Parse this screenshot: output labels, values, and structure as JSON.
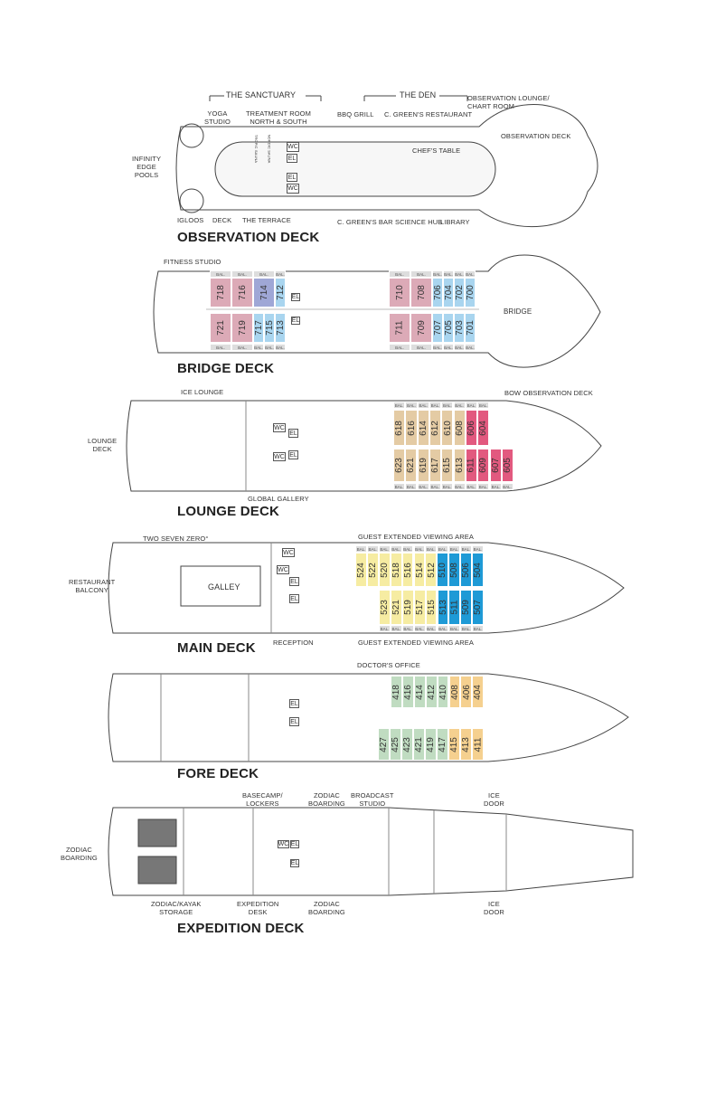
{
  "colors": {
    "suite_pink": "#dcaab7",
    "lavender": "#9fa7d6",
    "light_blue": "#a9d5ef",
    "tan": "#e4cba4",
    "hot_pink": "#e2597f",
    "yellow": "#f6eca2",
    "blue": "#1e9ad6",
    "green": "#c0dcc1",
    "orange": "#f5d08f"
  },
  "bal_label": "BAL.",
  "wc": "WC",
  "el": "EL",
  "observation": {
    "title": "OBSERVATION DECK",
    "sanctuary": "THE SANCTUARY",
    "den": "THE DEN",
    "yoga": "YOGA\nSTUDIO",
    "treatment": "TREATMENT ROOM\nNORTH & SOUTH",
    "bbq": "BBQ GRILL",
    "restaurant": "C. GREEN'S RESTAURANT",
    "obs_lounge": "OBSERVATION LOUNGE/\nCHART ROOM",
    "obs_deck": "OBSERVATION DECK",
    "chefs_table": "CHEF'S TABLE",
    "infinity": "INFINITY\nEDGE\nPOOLS",
    "igloos": "IGLOOS",
    "deck": "DECK",
    "terrace": "THE TERRACE",
    "bar": "C. GREEN'S BAR",
    "science": "SCIENCE HUB",
    "library": "LIBRARY",
    "tropic": "TROPIC SAUNA",
    "nordic": "NORDIC SAUNA"
  },
  "bridge": {
    "title": "BRIDGE DECK",
    "fitness": "FITNESS STUDIO",
    "bridge": "BRIDGE",
    "upper": [
      [
        "718",
        "suite_pink"
      ],
      [
        "716",
        "suite_pink"
      ],
      [
        "714",
        "lavender"
      ],
      [
        "712",
        "light_blue"
      ],
      [
        "710",
        "suite_pink"
      ],
      [
        "708",
        "suite_pink"
      ],
      [
        "706",
        "light_blue"
      ],
      [
        "704",
        "light_blue"
      ],
      [
        "702",
        "light_blue"
      ],
      [
        "700",
        "light_blue"
      ]
    ],
    "lower": [
      [
        "721",
        "suite_pink"
      ],
      [
        "719",
        "suite_pink"
      ],
      [
        "717",
        "light_blue"
      ],
      [
        "715",
        "light_blue"
      ],
      [
        "713",
        "light_blue"
      ],
      [
        "711",
        "suite_pink"
      ],
      [
        "709",
        "suite_pink"
      ],
      [
        "707",
        "light_blue"
      ],
      [
        "705",
        "light_blue"
      ],
      [
        "703",
        "light_blue"
      ],
      [
        "701",
        "light_blue"
      ]
    ]
  },
  "lounge": {
    "title": "LOUNGE DECK",
    "ice_lounge": "ICE LOUNGE",
    "lounge_deck": "LOUNGE\nDECK",
    "gallery": "GLOBAL GALLERY",
    "bow_obs": "BOW OBSERVATION DECK",
    "upper": [
      [
        "618",
        "tan"
      ],
      [
        "616",
        "tan"
      ],
      [
        "614",
        "tan"
      ],
      [
        "612",
        "tan"
      ],
      [
        "610",
        "tan"
      ],
      [
        "608",
        "tan"
      ],
      [
        "606",
        "hot_pink"
      ],
      [
        "604",
        "hot_pink"
      ]
    ],
    "lower": [
      [
        "623",
        "tan"
      ],
      [
        "621",
        "tan"
      ],
      [
        "619",
        "tan"
      ],
      [
        "617",
        "tan"
      ],
      [
        "615",
        "tan"
      ],
      [
        "613",
        "tan"
      ],
      [
        "611",
        "hot_pink"
      ],
      [
        "609",
        "hot_pink"
      ],
      [
        "607",
        "hot_pink"
      ],
      [
        "605",
        "hot_pink"
      ]
    ]
  },
  "main": {
    "title": "MAIN DECK",
    "two_seven_zero": "TWO SEVEN ZERO°",
    "restaurant_balcony": "RESTAURANT\nBALCONY",
    "galley": "GALLEY",
    "reception": "RECEPTION",
    "viewing_top": "GUEST EXTENDED VIEWING AREA",
    "viewing_bottom": "GUEST EXTENDED VIEWING AREA",
    "upper": [
      [
        "524",
        "yellow"
      ],
      [
        "522",
        "yellow"
      ],
      [
        "520",
        "yellow"
      ],
      [
        "518",
        "yellow"
      ],
      [
        "516",
        "yellow"
      ],
      [
        "514",
        "yellow"
      ],
      [
        "512",
        "yellow"
      ],
      [
        "510",
        "blue"
      ],
      [
        "508",
        "blue"
      ],
      [
        "506",
        "blue"
      ],
      [
        "504",
        "blue"
      ]
    ],
    "lower": [
      [
        "523",
        "yellow"
      ],
      [
        "521",
        "yellow"
      ],
      [
        "519",
        "yellow"
      ],
      [
        "517",
        "yellow"
      ],
      [
        "515",
        "yellow"
      ],
      [
        "513",
        "blue"
      ],
      [
        "511",
        "blue"
      ],
      [
        "509",
        "blue"
      ],
      [
        "507",
        "blue"
      ]
    ]
  },
  "fore": {
    "title": "FORE DECK",
    "doctor": "DOCTOR'S OFFICE",
    "upper": [
      [
        "418",
        "green"
      ],
      [
        "416",
        "green"
      ],
      [
        "414",
        "green"
      ],
      [
        "412",
        "green"
      ],
      [
        "410",
        "green"
      ],
      [
        "408",
        "orange"
      ],
      [
        "406",
        "orange"
      ],
      [
        "404",
        "orange"
      ]
    ],
    "lower": [
      [
        "427",
        "green"
      ],
      [
        "425",
        "green"
      ],
      [
        "423",
        "green"
      ],
      [
        "421",
        "green"
      ],
      [
        "419",
        "green"
      ],
      [
        "417",
        "green"
      ],
      [
        "415",
        "orange"
      ],
      [
        "413",
        "orange"
      ],
      [
        "411",
        "orange"
      ]
    ]
  },
  "expedition": {
    "title": "EXPEDITION DECK",
    "basecamp": "BASECAMP/\nLOCKERS",
    "zodiac_boarding_top": "ZODIAC\nBOARDING",
    "broadcast": "BROADCAST\nSTUDIO",
    "ice_door_top": "ICE\nDOOR",
    "zodiac_boarding_left": "ZODIAC\nBOARDING",
    "storage": "ZODIAC/KAYAK\nSTORAGE",
    "exp_desk": "EXPEDITION\nDESK",
    "zodiac_boarding_bottom": "ZODIAC\nBOARDING",
    "ice_door_bottom": "ICE\nDOOR"
  }
}
